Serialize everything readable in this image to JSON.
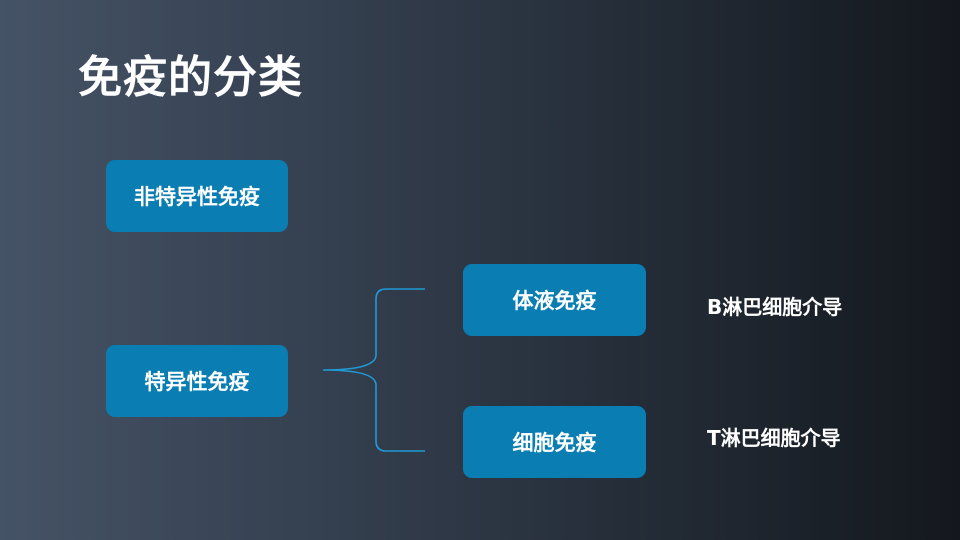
{
  "title": "免疫的分类",
  "nodes": {
    "nonspecific": "非特异性免疫",
    "specific": "特异性免疫",
    "humoral": "体液免疫",
    "cellular": "细胞免疫"
  },
  "notes": {
    "humoral": "B淋巴细胞介导",
    "cellular": "T淋巴细胞介导"
  },
  "colors": {
    "box": "#0a7db2",
    "brace": "#1f9ad6",
    "text": "#ffffff"
  }
}
